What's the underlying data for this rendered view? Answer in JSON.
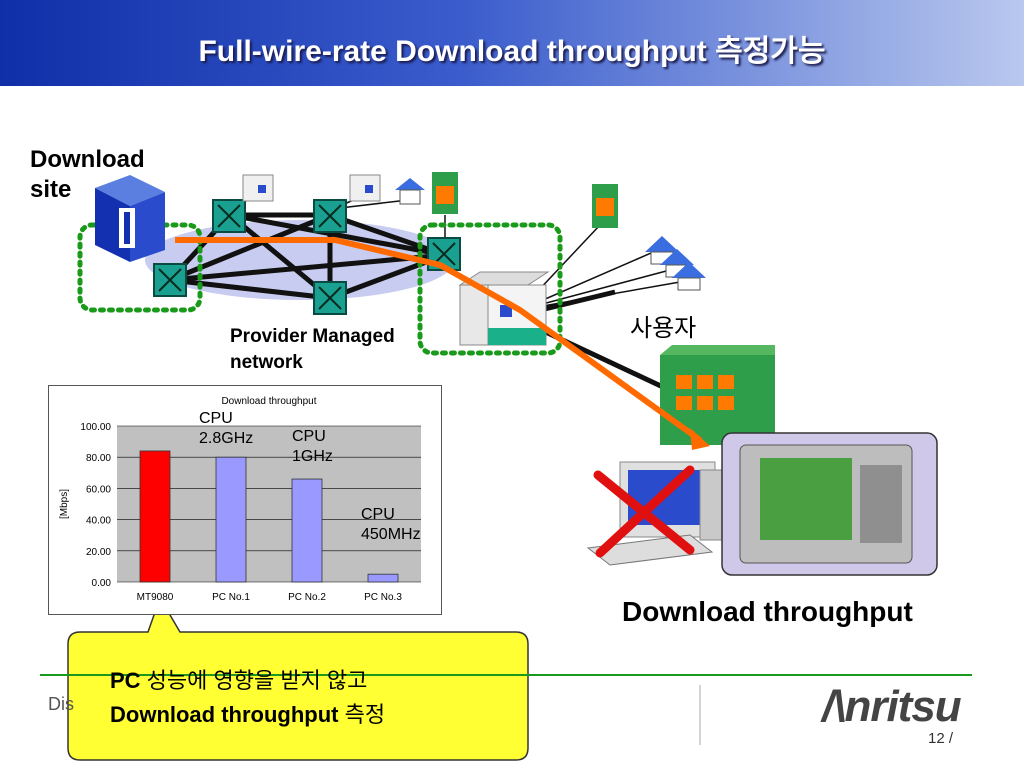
{
  "header": {
    "title": "Full-wire-rate Download throughput 측정가능"
  },
  "labels": {
    "download_site_line1": "Download",
    "download_site_line2": "site",
    "provider_line1": "Provider Managed",
    "provider_line2": "network",
    "users": "사용자",
    "download_throughput": "Download throughput"
  },
  "callout": {
    "line1_bold": "PC",
    "line1_rest": " 성능에 영향을 받지 않고",
    "line2_bold": "Download throughput",
    "line2_rest": " 측정"
  },
  "footer": {
    "brand": "/\\nritsu",
    "page": "12 /",
    "left_text": "Dis"
  },
  "chart_data": {
    "type": "bar",
    "title": "Download throughput",
    "ylabel": "[Mbps]",
    "xlabel": "",
    "ylim": [
      0,
      100
    ],
    "y_ticks": [
      "0.00",
      "20.00",
      "40.00",
      "60.00",
      "80.00",
      "100.00"
    ],
    "categories": [
      "MT9080",
      "PC No.1",
      "PC No.2",
      "PC No.3"
    ],
    "values": [
      84,
      80,
      66,
      5
    ],
    "bar_colors": [
      "#ff0000",
      "#9999ff",
      "#9999ff",
      "#9999ff"
    ],
    "annotations": [
      {
        "line1": "CPU",
        "line2": "2.8GHz"
      },
      {
        "line1": "CPU",
        "line2": "1GHz"
      },
      {
        "line1": "CPU",
        "line2": "450MHz"
      }
    ],
    "grid": true,
    "legend": "none"
  },
  "colors": {
    "orange_path": "#ff6a00",
    "green_dots": "#1a9a1a",
    "router_teal": "#1aa090",
    "building_green": "#2e9e4a"
  }
}
